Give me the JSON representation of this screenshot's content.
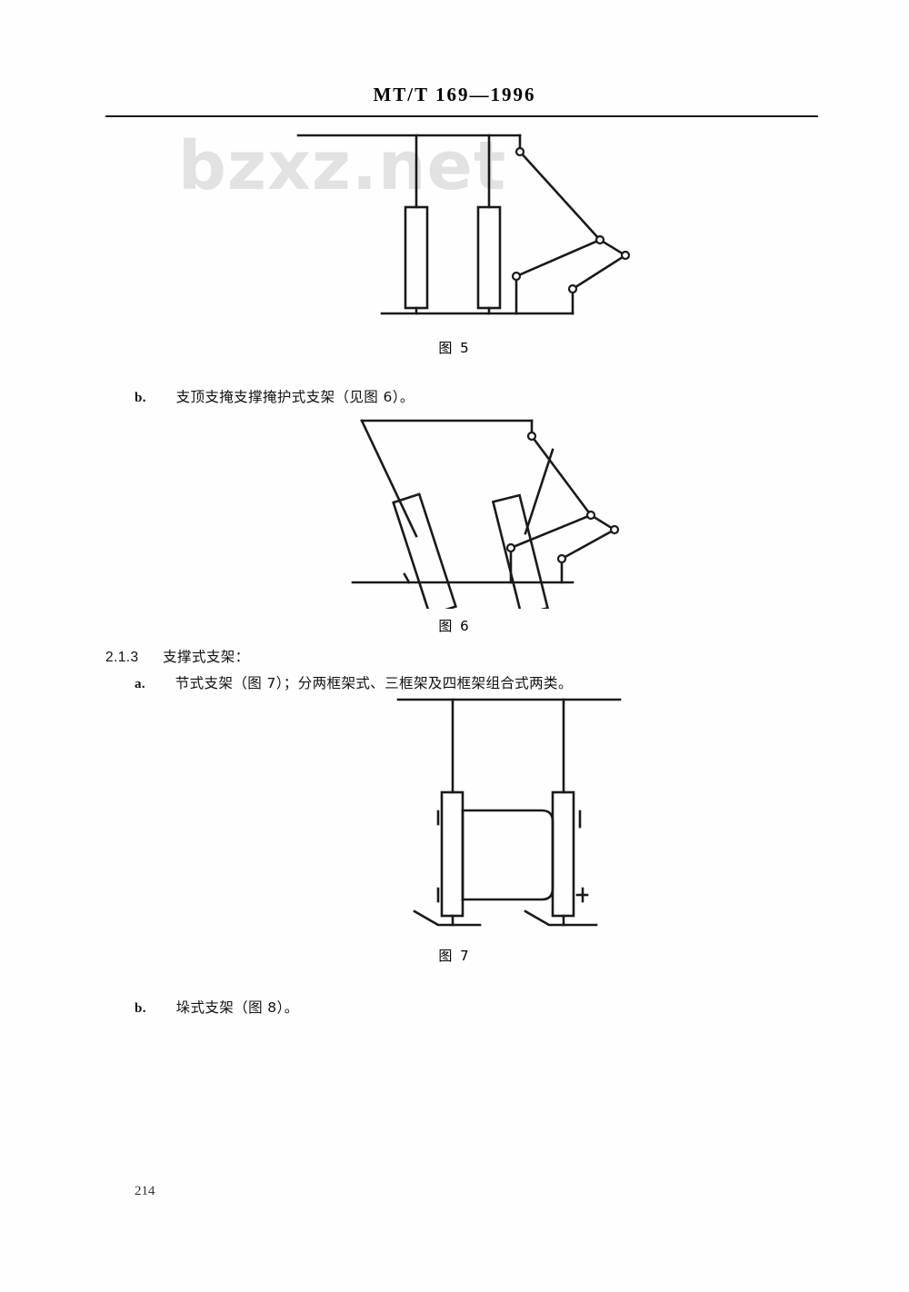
{
  "document": {
    "standard_header": "MT/T 169—1996",
    "page_number": "214",
    "watermark": "bzxz.net"
  },
  "content": {
    "item_b_fig6": {
      "marker": "b.",
      "text": "支顶支掩支撑掩护式支架（见图 6）。"
    },
    "section_213": {
      "number": "2.1.3",
      "title": "支撑式支架："
    },
    "item_a_fig7": {
      "marker": "a.",
      "text": "节式支架（图 7）；分两框架式、三框架及四框架组合式两类。"
    },
    "item_b_fig8": {
      "marker": "b.",
      "text": "垛式支架（图 8）。"
    }
  },
  "figures": [
    {
      "id": "fig5",
      "caption": "图 5",
      "description": "支撑掩护式支架结构简图：两根竖直立柱、顶梁及四连杆掩护机构"
    },
    {
      "id": "fig6",
      "caption": "图 6",
      "description": "支顶支掩支撑掩护式支架简图：倾斜立柱与掩护梁连杆机构"
    },
    {
      "id": "fig7",
      "caption": "图 7",
      "description": "节式支架简图：两根立柱与框架结构"
    }
  ],
  "colors": {
    "ink": "#1a1a1a",
    "watermark": "#e2e2e2",
    "paper": "#fefefe"
  }
}
